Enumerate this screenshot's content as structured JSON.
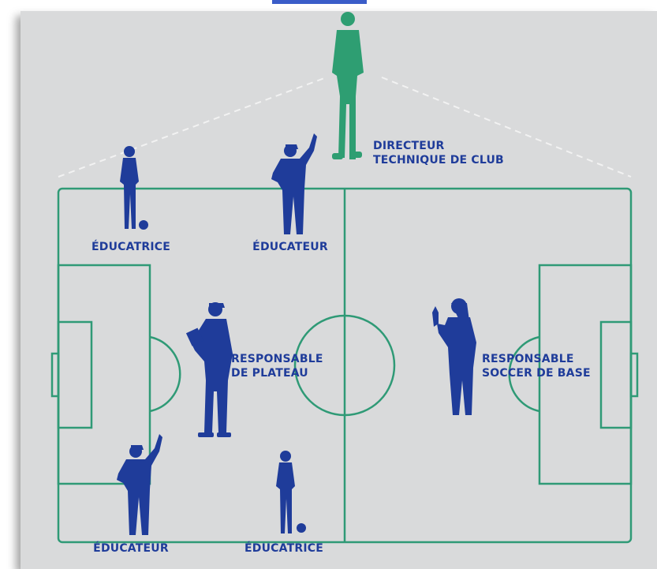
{
  "roles": {
    "director": {
      "line1": "DIRECTEUR",
      "line2": "TECHNIQUE DE CLUB"
    },
    "educatrice_top": "ÉDUCATRICE",
    "educateur_top": "ÉDUCATEUR",
    "resp_plateau": {
      "line1": "RESPONSABLE",
      "line2": "DE PLATEAU"
    },
    "resp_soccer": {
      "line1": "RESPONSABLE",
      "line2": "SOCCER DE BASE"
    },
    "educateur_bottom": "ÉDUCATEUR",
    "educatrice_bottom": "ÉDUCATRICE"
  },
  "colors": {
    "figure_blue": "#1f3c9a",
    "director_green": "#2e9e72",
    "field_line": "#2f9a76",
    "background": "#d9dadb"
  }
}
